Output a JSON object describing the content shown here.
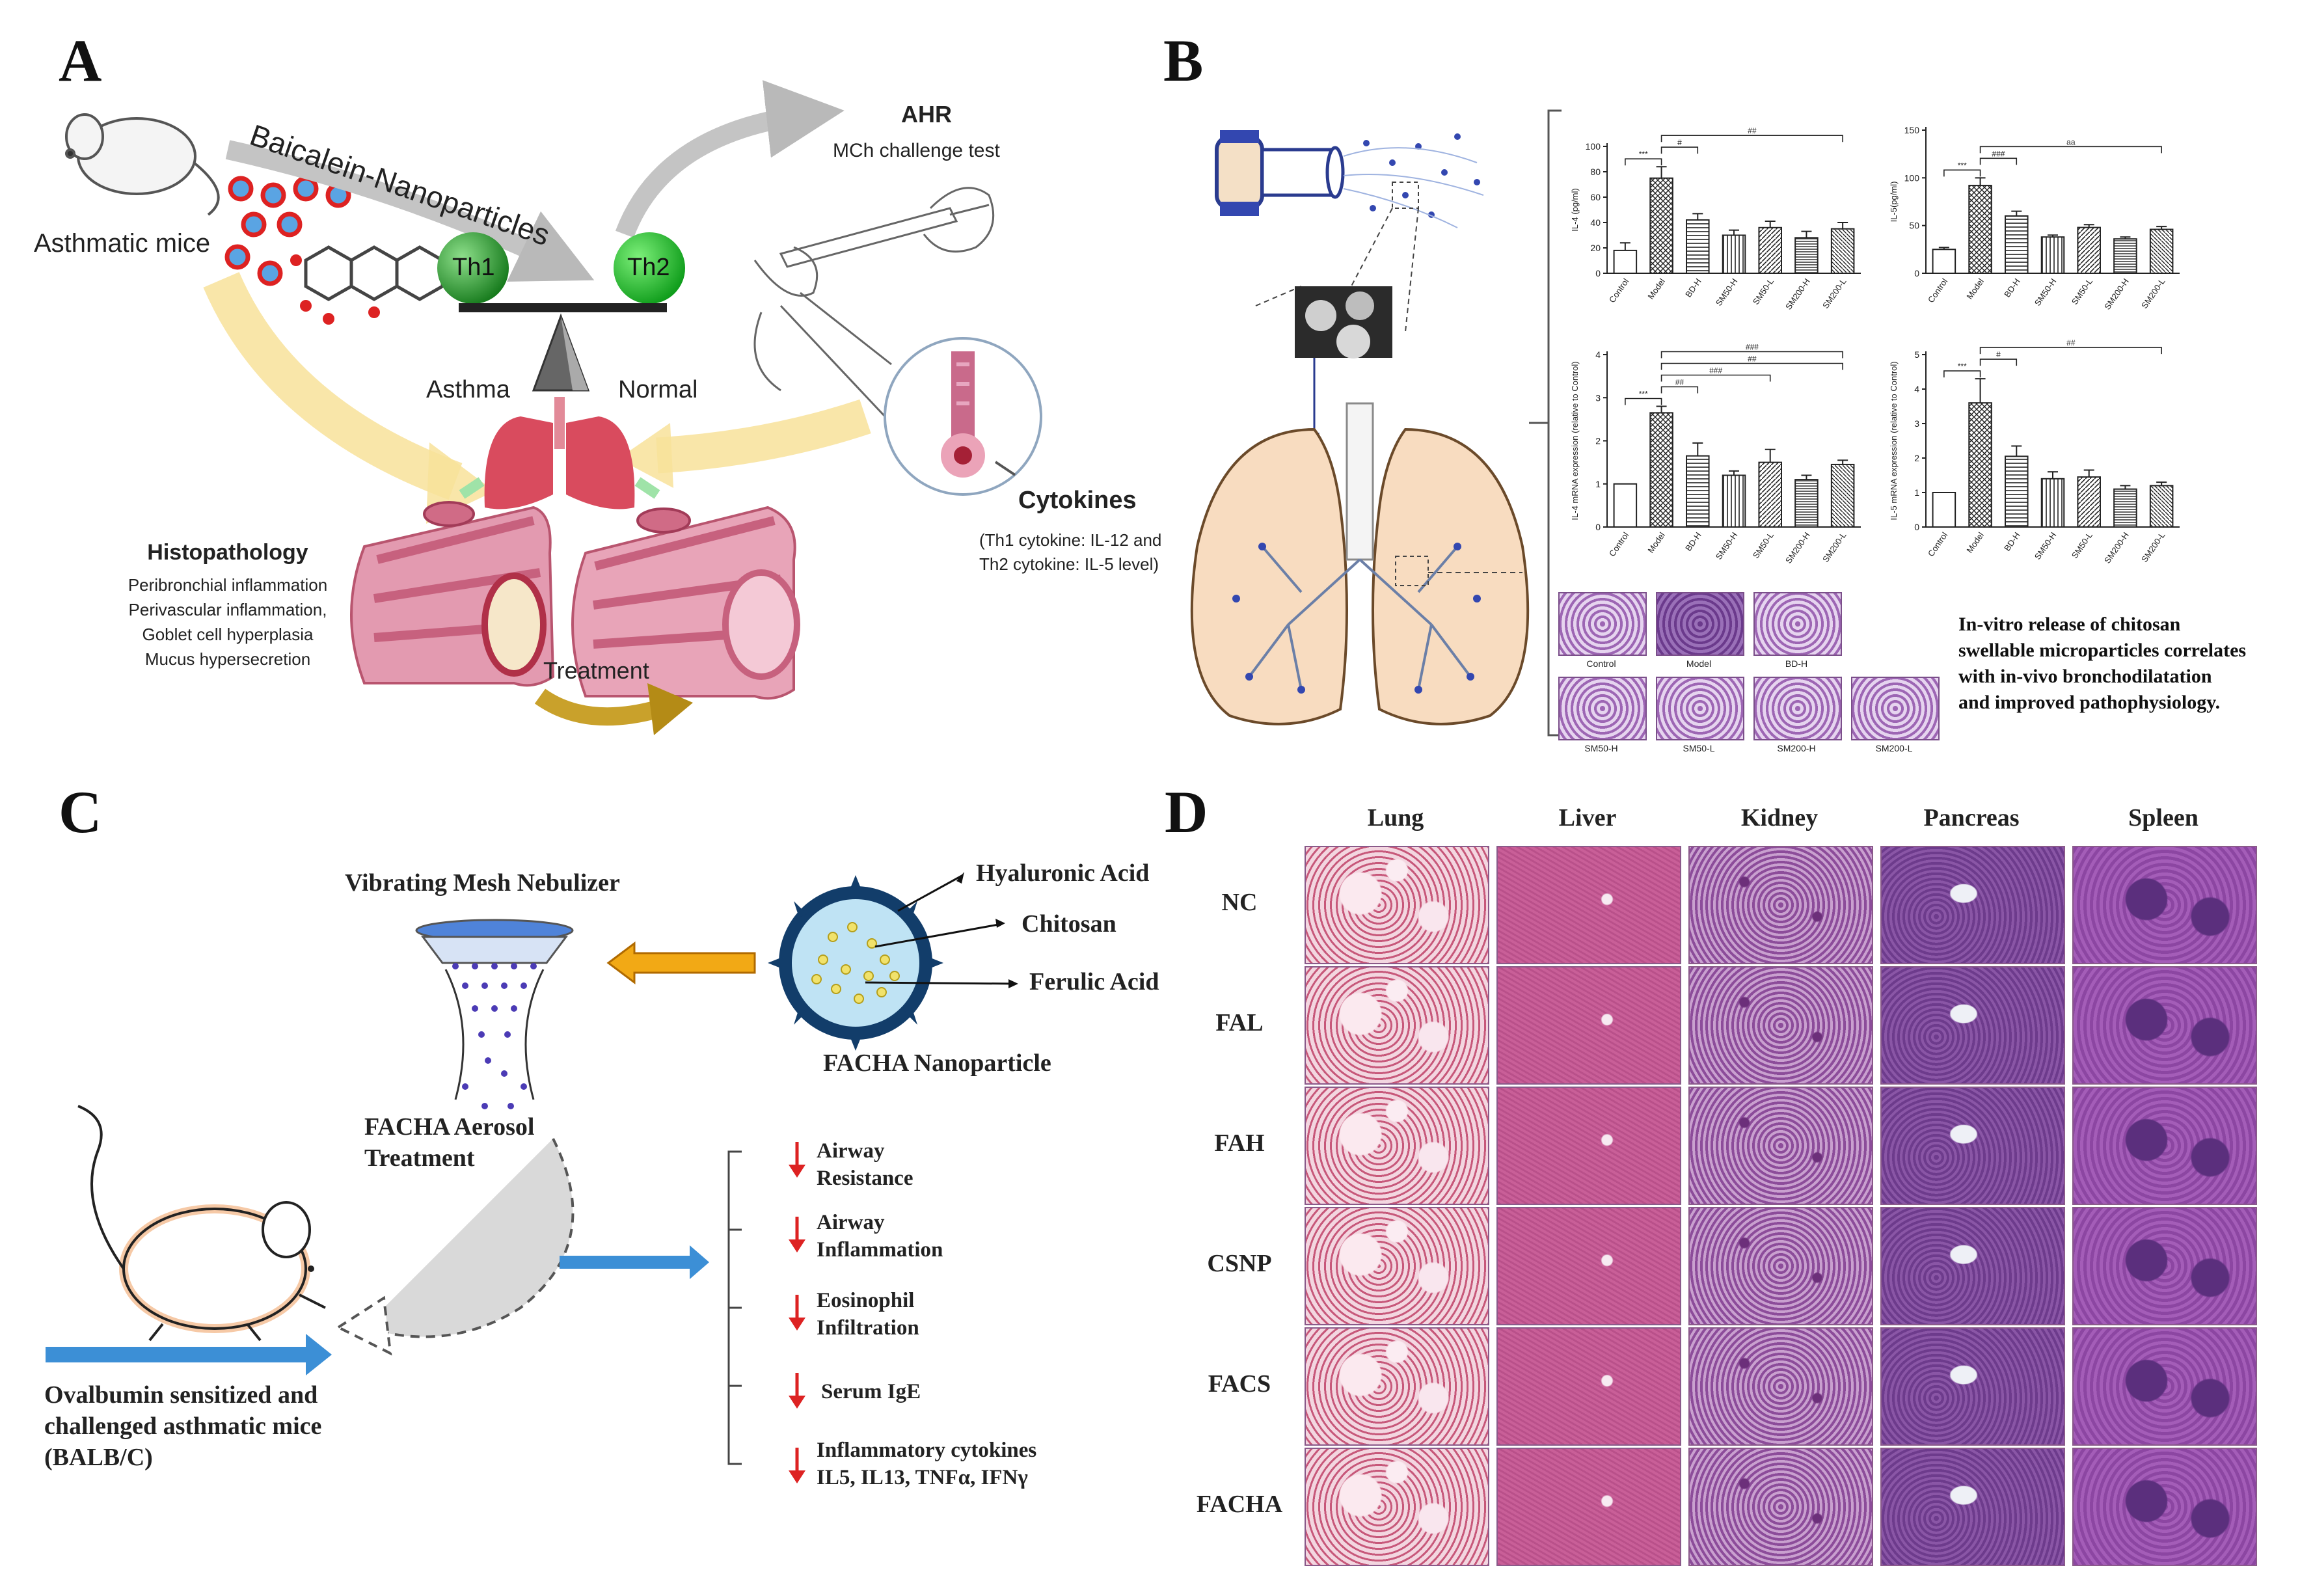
{
  "panels": {
    "a": "A",
    "b": "B",
    "c": "C",
    "d": "D"
  },
  "panelA": {
    "mice_label": "Asthmatic mice",
    "nanoparticles_label": "Baicalein-Nanoparticles",
    "th1": "Th1",
    "th2": "Th2",
    "asthma": "Asthma",
    "normal": "Normal",
    "ahr_title": "AHR",
    "ahr_sub": "MCh challenge test",
    "histo_title": "Histopathology",
    "histo_items": [
      "Peribronchial inflammation",
      "Perivascular inflammation,",
      "Goblet cell hyperplasia",
      "Mucus hypersecretion"
    ],
    "treatment": "Treatment",
    "cytokines_title": "Cytokines",
    "cytokines_l1": "(Th1 cytokine: IL-12 and",
    "cytokines_l2": "Th2 cytokine: IL-5 level)"
  },
  "panelB": {
    "caption": [
      "In-vitro release of chitosan",
      "swellable microparticles correlates",
      "with in-vivo bronchodilatation",
      "and improved pathophysiology."
    ],
    "tissue_labels": [
      "Control",
      "Model",
      "BD-H",
      "SM50-H",
      "SM50-L",
      "SM200-H",
      "SM200-L"
    ]
  },
  "panelC": {
    "nebulizer": "Vibrating Mesh Nebulizer",
    "hyaluronic": "Hyaluronic Acid",
    "chitosan": "Chitosan",
    "ferulic": "Ferulic Acid",
    "nanoparticle": "FACHA Nanoparticle",
    "aerosol_l1": "FACHA Aerosol",
    "aerosol_l2": "Treatment",
    "mice_l1": "Ovalbumin sensitized and",
    "mice_l2": "challenged asthmatic mice",
    "mice_l3": "(BALB/C)",
    "outcomes": [
      {
        "l1": "Airway",
        "l2": "Resistance"
      },
      {
        "l1": "Airway",
        "l2": "Inflammation"
      },
      {
        "l1": "Eosinophil",
        "l2": "Infiltration"
      },
      {
        "l1": "Serum IgE",
        "l2": ""
      },
      {
        "l1": "Inflammatory cytokines",
        "l2": "IL5,  IL13, TNFα, IFNγ"
      }
    ]
  },
  "panelD": {
    "columns": [
      "Lung",
      "Liver",
      "Kidney",
      "Pancreas",
      "Spleen"
    ],
    "rows": [
      "NC",
      "FAL",
      "FAH",
      "CSNP",
      "FACS",
      "FACHA"
    ]
  },
  "chart_data": [
    {
      "type": "bar",
      "categories": [
        "Control",
        "Model",
        "BD-H",
        "SM50-H",
        "SM50-L",
        "SM200-H",
        "SM200-L"
      ],
      "values": [
        18,
        75,
        42,
        30,
        36,
        28,
        35
      ],
      "errors": [
        6,
        9,
        5,
        4,
        5,
        5,
        5
      ],
      "ylabel": "IL-4 (pg/ml)",
      "ylim": [
        0,
        100
      ],
      "yticks": [
        0,
        20,
        40,
        60,
        80,
        100
      ],
      "sig": [
        "***",
        "#",
        "##"
      ]
    },
    {
      "type": "bar",
      "categories": [
        "Control",
        "Model",
        "BD-H",
        "SM50-H",
        "SM50-L",
        "SM200-H",
        "SM200-L"
      ],
      "values": [
        25,
        92,
        60,
        38,
        48,
        36,
        46
      ],
      "errors": [
        2,
        8,
        5,
        2,
        3,
        2,
        3
      ],
      "ylabel": "IL-5(pg/ml)",
      "ylim": [
        0,
        150
      ],
      "yticks": [
        0,
        50,
        100,
        150
      ],
      "sig": [
        "***",
        "###",
        "aa"
      ]
    },
    {
      "type": "bar",
      "categories": [
        "Control",
        "Model",
        "BD-H",
        "SM50-H",
        "SM50-L",
        "SM200-H",
        "SM200-L"
      ],
      "values": [
        1,
        2.65,
        1.65,
        1.2,
        1.5,
        1.1,
        1.45
      ],
      "errors": [
        0,
        0.15,
        0.3,
        0.1,
        0.3,
        0.1,
        0.1
      ],
      "ylabel": "IL-4 mRNA expression (relative to Control)",
      "ylim": [
        0,
        4
      ],
      "yticks": [
        0,
        1,
        2,
        3,
        4
      ],
      "sig": [
        "***",
        "##",
        "###",
        "##",
        "###"
      ]
    },
    {
      "type": "bar",
      "categories": [
        "Control",
        "Model",
        "BD-H",
        "SM50-H",
        "SM50-L",
        "SM200-H",
        "SM200-L"
      ],
      "values": [
        1,
        3.6,
        2.05,
        1.4,
        1.45,
        1.1,
        1.2
      ],
      "errors": [
        0,
        0.7,
        0.3,
        0.2,
        0.2,
        0.1,
        0.1
      ],
      "ylabel": "IL-5 mRNA expression (relative to Control)",
      "ylim": [
        0,
        5
      ],
      "yticks": [
        0,
        1,
        2,
        3,
        4,
        5
      ],
      "sig": [
        "***",
        "#",
        "##"
      ]
    }
  ]
}
